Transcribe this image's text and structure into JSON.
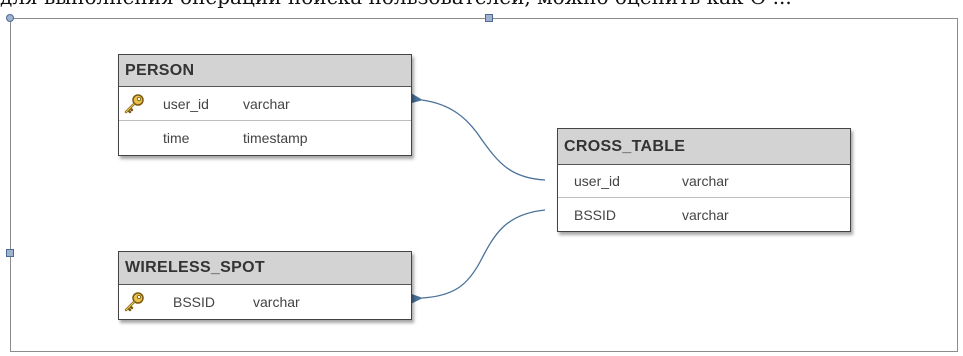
{
  "header_text": "для выполнения операции поиска пользователей, можно оценить как O ...",
  "entities": {
    "person": {
      "name": "PERSON",
      "columns": [
        {
          "name": "user_id",
          "type": "varchar",
          "primary_key": true
        },
        {
          "name": "time",
          "type": "timestamp",
          "primary_key": false
        }
      ]
    },
    "cross_table": {
      "name": "CROSS_TABLE",
      "columns": [
        {
          "name": "user_id",
          "type": "varchar",
          "primary_key": false
        },
        {
          "name": "BSSID",
          "type": "varchar",
          "primary_key": false
        }
      ]
    },
    "wireless_spot": {
      "name": "WIRELESS_SPOT",
      "columns": [
        {
          "name": "BSSID",
          "type": "varchar",
          "primary_key": true
        }
      ]
    }
  },
  "relationships": [
    {
      "from": "CROSS_TABLE.user_id",
      "to": "PERSON.user_id"
    },
    {
      "from": "CROSS_TABLE.BSSID",
      "to": "WIRELESS_SPOT.BSSID"
    }
  ],
  "colors": {
    "header_bg": "#d3d3d3",
    "border": "#444444",
    "connector": "#4a7199",
    "key_icon": "#e0b23a"
  },
  "icons": {
    "primary_key": "key-icon"
  }
}
